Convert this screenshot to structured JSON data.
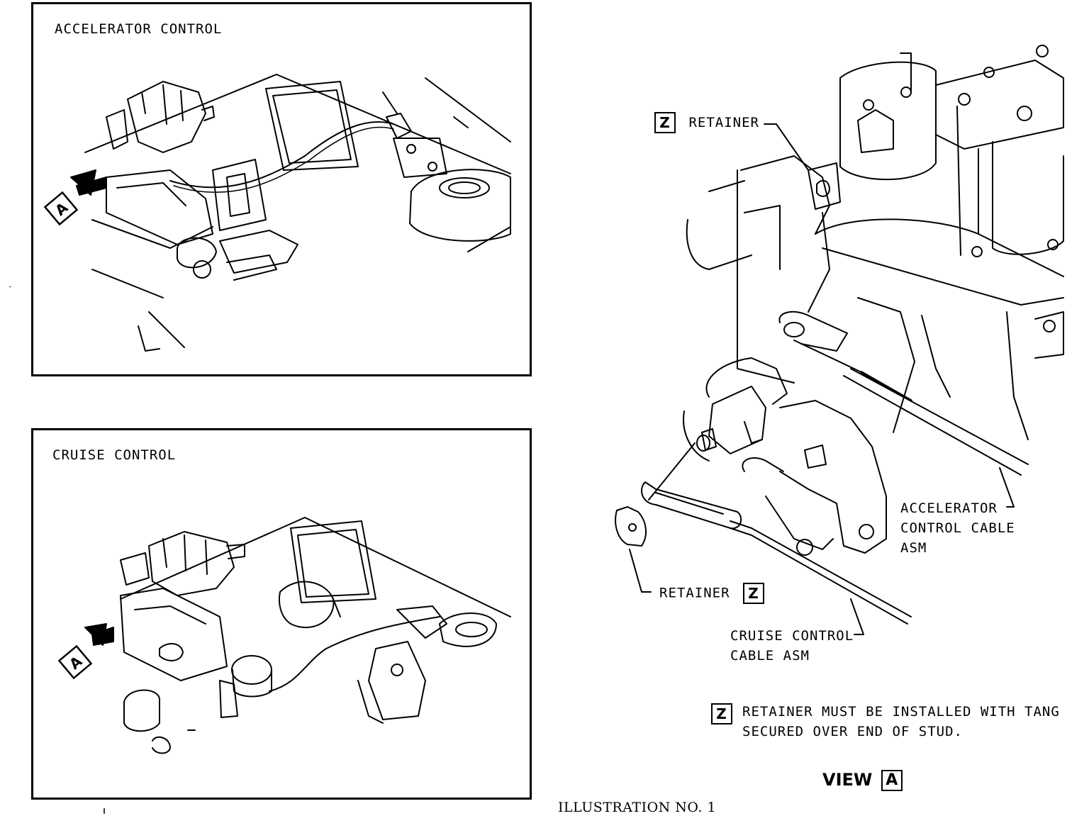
{
  "panels": {
    "accelerator": {
      "title": "ACCELERATOR CONTROL",
      "view_marker": "A"
    },
    "cruise": {
      "title": "CRUISE CONTROL",
      "view_marker": "A"
    }
  },
  "view_a": {
    "retainer_top": {
      "badge": "Z",
      "label": "RETAINER"
    },
    "retainer_bottom": {
      "badge": "Z",
      "label": "RETAINER"
    },
    "accel_cable": {
      "line1": "ACCELERATOR",
      "line2": "CONTROL CABLE",
      "line3": "ASM"
    },
    "cruise_cable": {
      "line1": "CRUISE CONTROL",
      "line2": "CABLE ASM"
    },
    "note": {
      "badge": "Z",
      "line1": "RETAINER MUST BE INSTALLED WITH TANG",
      "line2": "SECURED OVER END OF STUD."
    },
    "view": {
      "text": "VIEW",
      "badge": "A"
    }
  },
  "caption": "ILLUSTRATION NO. 1"
}
